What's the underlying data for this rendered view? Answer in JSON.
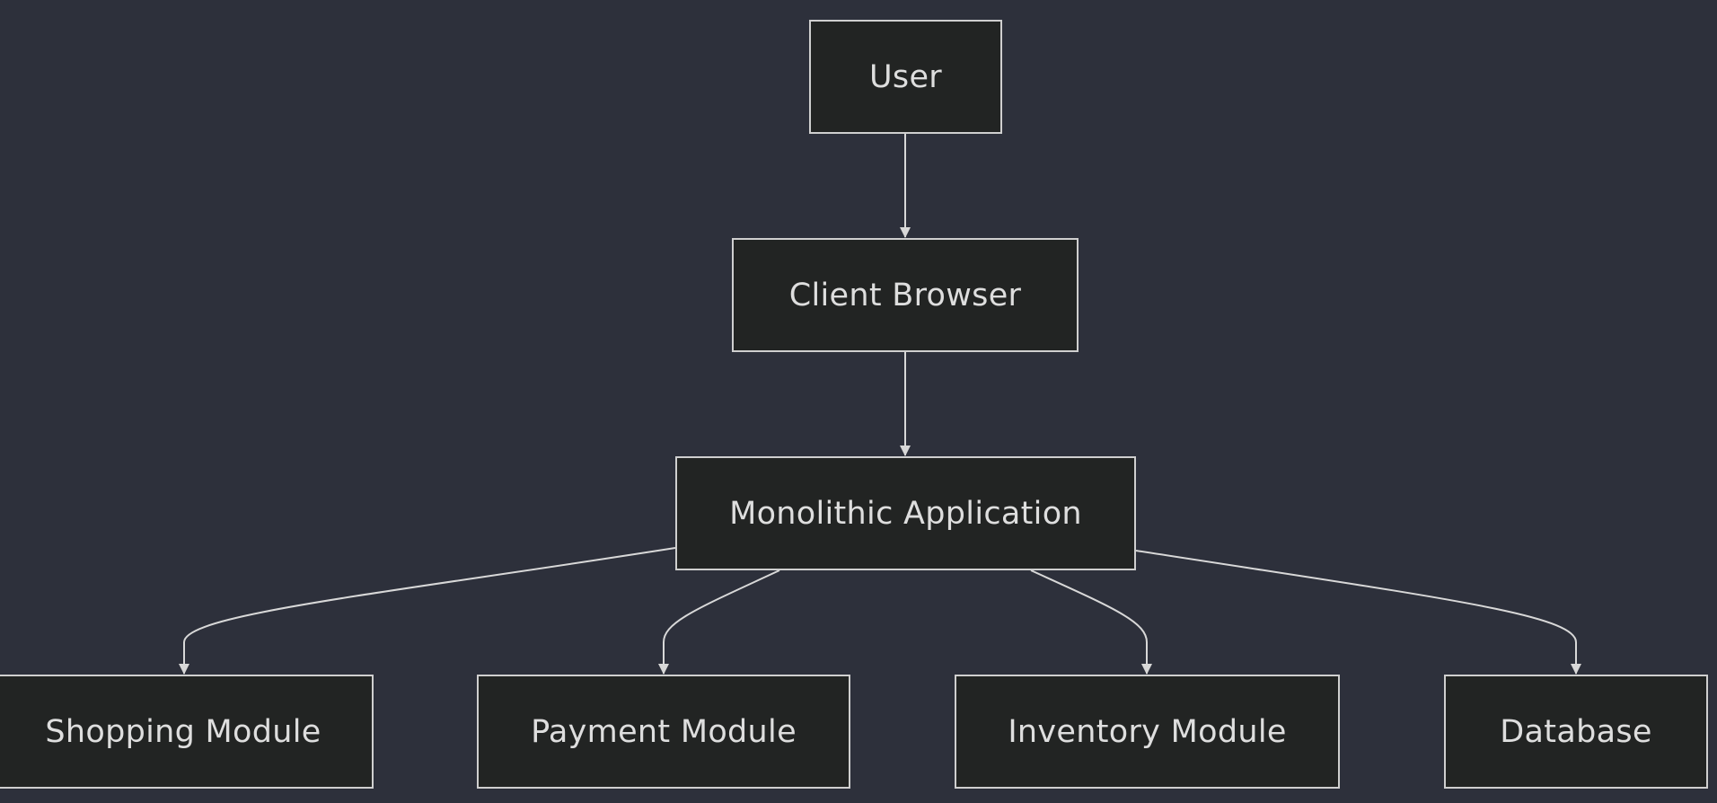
{
  "diagram": {
    "type": "flowchart",
    "direction": "top-down",
    "colors": {
      "background": "#2d303b",
      "node_fill": "#222423",
      "node_border": "#cfcfcf",
      "text": "#dedede",
      "edge": "#d8d8d8"
    },
    "nodes": {
      "user": "User",
      "browser": "Client Browser",
      "monolith": "Monolithic Application",
      "shopping": "Shopping Module",
      "payment": "Payment Module",
      "inventory": "Inventory Module",
      "database": "Database"
    },
    "edges": [
      {
        "from": "User",
        "to": "Client Browser"
      },
      {
        "from": "Client Browser",
        "to": "Monolithic Application"
      },
      {
        "from": "Monolithic Application",
        "to": "Shopping Module"
      },
      {
        "from": "Monolithic Application",
        "to": "Payment Module"
      },
      {
        "from": "Monolithic Application",
        "to": "Inventory Module"
      },
      {
        "from": "Monolithic Application",
        "to": "Database"
      }
    ]
  }
}
